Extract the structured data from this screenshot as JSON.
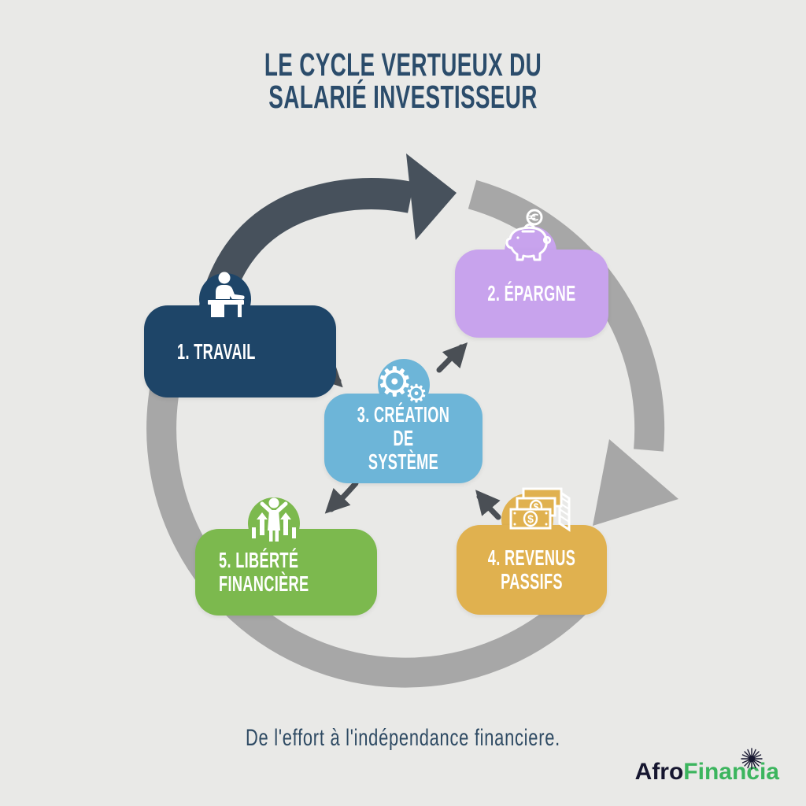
{
  "title": {
    "line1": "LE CYCLE VERTUEUX DU",
    "line2": "SALARIÉ INVESTISSEUR"
  },
  "steps": [
    {
      "label": "1. TRAVAIL",
      "color": "#1E4568",
      "icon": "worker-at-desk-icon"
    },
    {
      "label": "2. ÉPARGNE",
      "color": "#C8A3ED",
      "icon": "piggy-bank-euro-icon"
    },
    {
      "label_line1": "3. CRÉATION DE",
      "label_line2": "SYSTÈME",
      "color": "#6DB5D8",
      "icon": "gears-icon",
      "gear_glyph": "⚙"
    },
    {
      "label_line1": "4. REVENUS",
      "label_line2": "PASSIFS",
      "color": "#E0B14F",
      "icon": "money-bills-icon"
    },
    {
      "label_line1": "5. LIBÉRTÉ",
      "label_line2": "FINANCIÈRE",
      "color": "#7CB94E",
      "icon": "raised-arms-growth-icon"
    }
  ],
  "footer": {
    "tagline": "De l'effort à l'indépendance financiere."
  },
  "logo": {
    "part1": "Afro",
    "part2": "Financia",
    "part1_color": "#16162F",
    "part2_color": "#3CB55E",
    "icon": "sparkle-icon",
    "sparkle_color": "#16162F"
  },
  "colors": {
    "background": "#E9E9E7",
    "title_text": "#2B4C6B",
    "tagline_text": "#2E4A63",
    "ring_gray": "#A7A7A7",
    "arrow_dark": "#47515C",
    "arrow_small": "#4A4F55",
    "icon_white": "#FFFFFF"
  }
}
